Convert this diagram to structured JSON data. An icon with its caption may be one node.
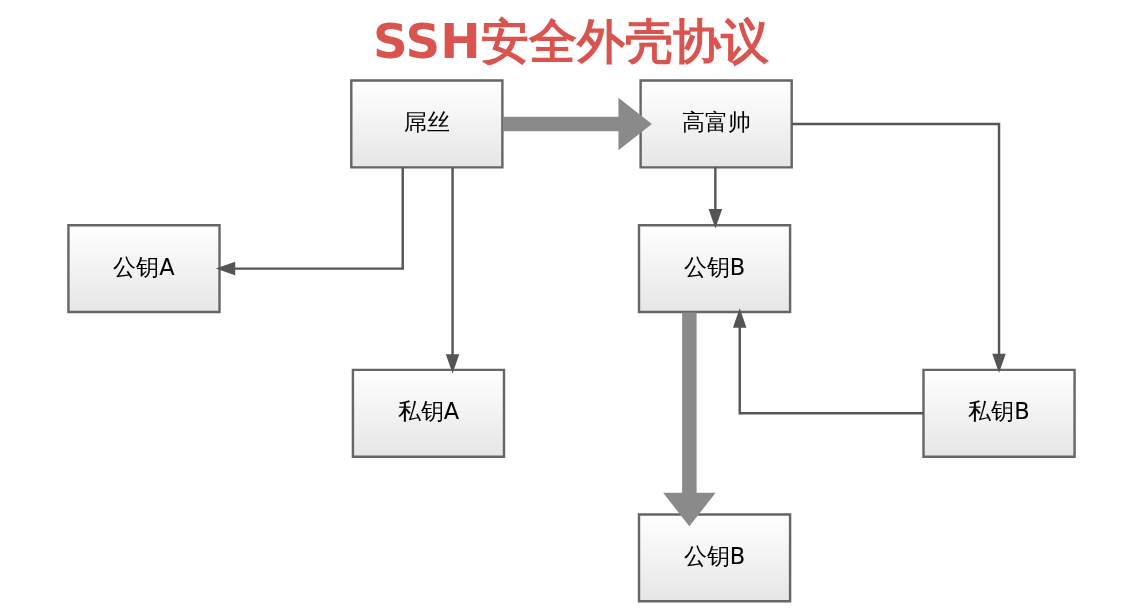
{
  "diagram": {
    "title": "SSH安全外壳协议",
    "nodes": [
      {
        "text": [
          "屌丝"
        ]
      },
      {
        "text": [
          "公钥A"
        ]
      },
      {
        "text": [
          "私钥A"
        ]
      },
      {
        "text": [
          "高富帅"
        ]
      },
      {
        "text": [
          "公钥B"
        ]
      },
      {
        "text": [
          "私钥B"
        ]
      },
      {
        "text": [
          "公钥B"
        ]
      }
    ],
    "edges": [
      {
        "from": 0,
        "to": 3,
        "arrow": "to",
        "style": "thick"
      },
      {
        "from": 0,
        "to": 1,
        "arrow": "to"
      },
      {
        "from": 0,
        "to": 2,
        "arrow": "to"
      },
      {
        "from": 3,
        "to": 4,
        "arrow": "to"
      },
      {
        "from": 3,
        "to": 5,
        "arrow": "to"
      },
      {
        "from": 5,
        "to": 4,
        "arrow": "to"
      },
      {
        "from": 4,
        "to": 6,
        "arrow": "to",
        "style": "thick"
      }
    ]
  }
}
